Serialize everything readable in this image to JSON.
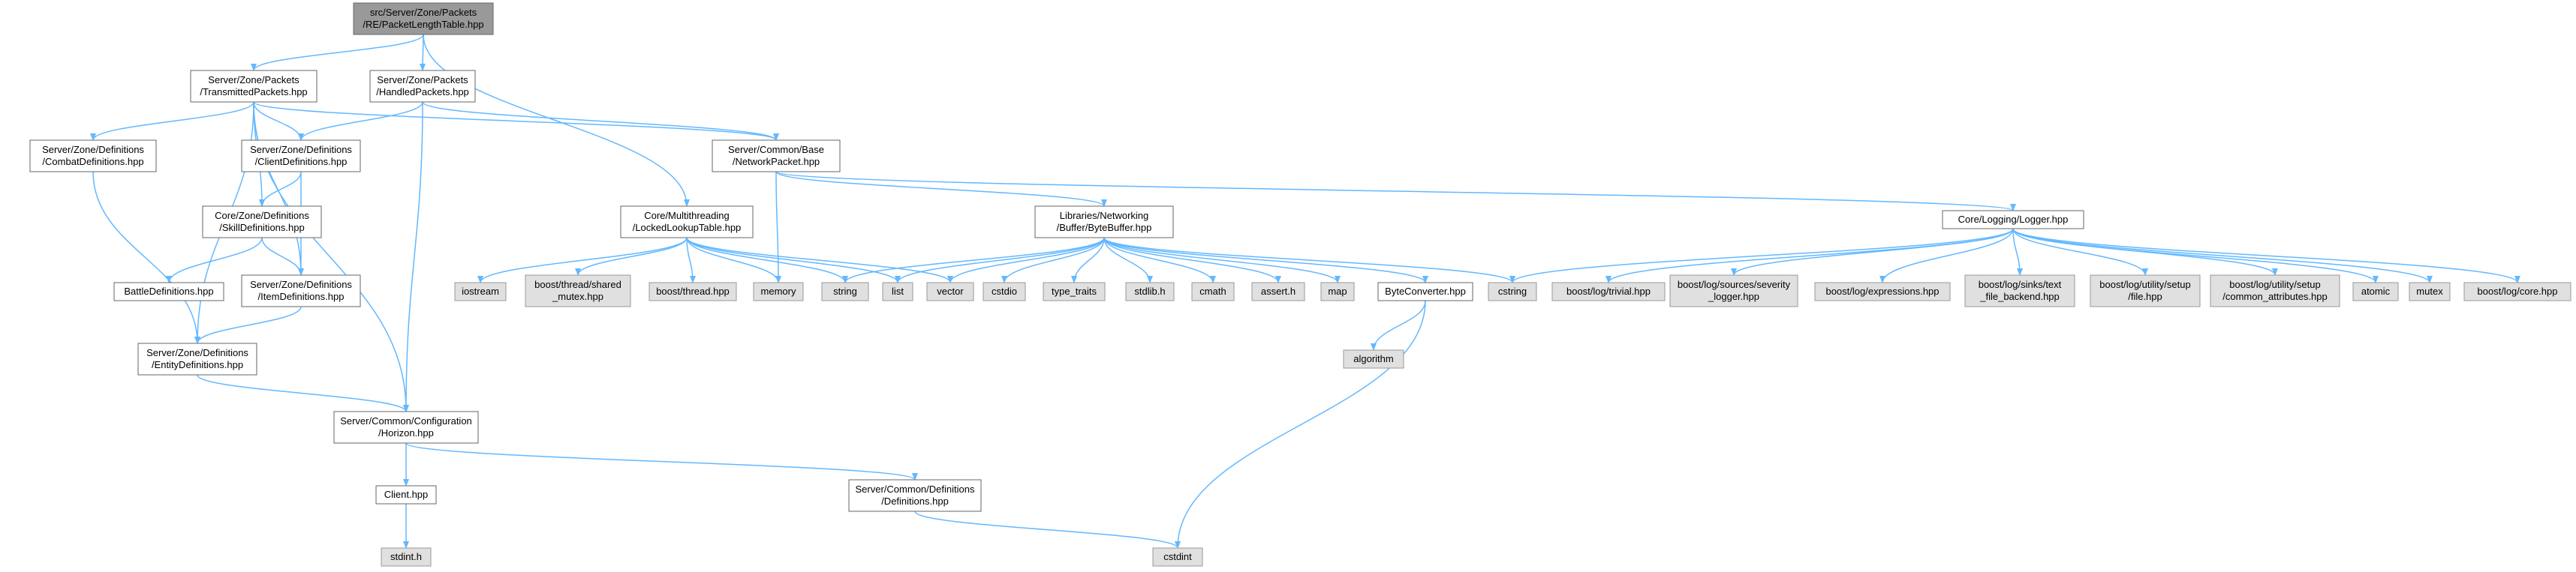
{
  "colors": {
    "edge": "#63b8ff",
    "root_fill": "#999999",
    "root_border": "#666666",
    "file_fill": "#ffffff",
    "file_border": "#666666",
    "system_fill": "#e0e0e0",
    "system_border": "#999999",
    "text": "#000000",
    "background": "#ffffff"
  },
  "nodes": [
    {
      "id": "root",
      "kind": "root",
      "lines": [
        "src/Server/Zone/Packets",
        "/RE/PacketLengthTable.hpp"
      ]
    },
    {
      "id": "transmitted",
      "kind": "file",
      "lines": [
        "Server/Zone/Packets",
        "/TransmittedPackets.hpp"
      ]
    },
    {
      "id": "handled",
      "kind": "file",
      "lines": [
        "Server/Zone/Packets",
        "/HandledPackets.hpp"
      ]
    },
    {
      "id": "combat",
      "kind": "file",
      "lines": [
        "Server/Zone/Definitions",
        "/CombatDefinitions.hpp"
      ]
    },
    {
      "id": "clientdefs",
      "kind": "file",
      "lines": [
        "Server/Zone/Definitions",
        "/ClientDefinitions.hpp"
      ]
    },
    {
      "id": "networkpacket",
      "kind": "file",
      "lines": [
        "Server/Common/Base",
        "/NetworkPacket.hpp"
      ]
    },
    {
      "id": "skilldefs",
      "kind": "file",
      "lines": [
        "Core/Zone/Definitions",
        "/SkillDefinitions.hpp"
      ]
    },
    {
      "id": "locked",
      "kind": "file",
      "lines": [
        "Core/Multithreading",
        "/LockedLookupTable.hpp"
      ]
    },
    {
      "id": "bytebuffer",
      "kind": "file",
      "lines": [
        "Libraries/Networking",
        "/Buffer/ByteBuffer.hpp"
      ]
    },
    {
      "id": "logger",
      "kind": "file",
      "lines": [
        "Core/Logging/Logger.hpp"
      ]
    },
    {
      "id": "battledefs",
      "kind": "file",
      "lines": [
        "BattleDefinitions.hpp"
      ]
    },
    {
      "id": "itemdefs",
      "kind": "file",
      "lines": [
        "Server/Zone/Definitions",
        "/ItemDefinitions.hpp"
      ]
    },
    {
      "id": "entitydefs",
      "kind": "file",
      "lines": [
        "Server/Zone/Definitions",
        "/EntityDefinitions.hpp"
      ]
    },
    {
      "id": "horizon",
      "kind": "file",
      "lines": [
        "Server/Common/Configuration",
        "/Horizon.hpp"
      ]
    },
    {
      "id": "clienthpp",
      "kind": "file",
      "lines": [
        "Client.hpp"
      ]
    },
    {
      "id": "commondefs",
      "kind": "file",
      "lines": [
        "Server/Common/Definitions",
        "/Definitions.hpp"
      ]
    },
    {
      "id": "byteconverter",
      "kind": "file",
      "lines": [
        "ByteConverter.hpp"
      ]
    },
    {
      "id": "iostream",
      "kind": "system",
      "lines": [
        "iostream"
      ]
    },
    {
      "id": "sharedmutex",
      "kind": "system",
      "lines": [
        "boost/thread/shared",
        "_mutex.hpp"
      ]
    },
    {
      "id": "threadhpp",
      "kind": "system",
      "lines": [
        "boost/thread.hpp"
      ]
    },
    {
      "id": "memory",
      "kind": "system",
      "lines": [
        "memory"
      ]
    },
    {
      "id": "string",
      "kind": "system",
      "lines": [
        "string"
      ]
    },
    {
      "id": "list",
      "kind": "system",
      "lines": [
        "list"
      ]
    },
    {
      "id": "vector",
      "kind": "system",
      "lines": [
        "vector"
      ]
    },
    {
      "id": "cstdio",
      "kind": "system",
      "lines": [
        "cstdio"
      ]
    },
    {
      "id": "typetraits",
      "kind": "system",
      "lines": [
        "type_traits"
      ]
    },
    {
      "id": "stdlib",
      "kind": "system",
      "lines": [
        "stdlib.h"
      ]
    },
    {
      "id": "cmath",
      "kind": "system",
      "lines": [
        "cmath"
      ]
    },
    {
      "id": "asserth",
      "kind": "system",
      "lines": [
        "assert.h"
      ]
    },
    {
      "id": "map",
      "kind": "system",
      "lines": [
        "map"
      ]
    },
    {
      "id": "cstring",
      "kind": "system",
      "lines": [
        "cstring"
      ]
    },
    {
      "id": "trivial",
      "kind": "system",
      "lines": [
        "boost/log/trivial.hpp"
      ]
    },
    {
      "id": "severity",
      "kind": "system",
      "lines": [
        "boost/log/sources/severity",
        "_logger.hpp"
      ]
    },
    {
      "id": "expressions",
      "kind": "system",
      "lines": [
        "boost/log/expressions.hpp"
      ]
    },
    {
      "id": "textfile",
      "kind": "system",
      "lines": [
        "boost/log/sinks/text",
        "_file_backend.hpp"
      ]
    },
    {
      "id": "setupfile",
      "kind": "system",
      "lines": [
        "boost/log/utility/setup",
        "/file.hpp"
      ]
    },
    {
      "id": "commonattr",
      "kind": "system",
      "lines": [
        "boost/log/utility/setup",
        "/common_attributes.hpp"
      ]
    },
    {
      "id": "atomic",
      "kind": "system",
      "lines": [
        "atomic"
      ]
    },
    {
      "id": "mutex",
      "kind": "system",
      "lines": [
        "mutex"
      ]
    },
    {
      "id": "core",
      "kind": "system",
      "lines": [
        "boost/log/core.hpp"
      ]
    },
    {
      "id": "algorithm",
      "kind": "system",
      "lines": [
        "algorithm"
      ]
    },
    {
      "id": "stdinth",
      "kind": "system",
      "lines": [
        "stdint.h"
      ]
    },
    {
      "id": "cstdint",
      "kind": "system",
      "lines": [
        "cstdint"
      ]
    }
  ],
  "edges": [
    [
      "root",
      "transmitted"
    ],
    [
      "root",
      "handled"
    ],
    [
      "root",
      "locked"
    ],
    [
      "transmitted",
      "combat"
    ],
    [
      "transmitted",
      "clientdefs"
    ],
    [
      "transmitted",
      "skilldefs"
    ],
    [
      "transmitted",
      "itemdefs"
    ],
    [
      "transmitted",
      "entitydefs"
    ],
    [
      "transmitted",
      "horizon"
    ],
    [
      "transmitted",
      "networkpacket"
    ],
    [
      "handled",
      "clientdefs"
    ],
    [
      "handled",
      "networkpacket"
    ],
    [
      "handled",
      "horizon"
    ],
    [
      "combat",
      "entitydefs"
    ],
    [
      "clientdefs",
      "skilldefs"
    ],
    [
      "clientdefs",
      "itemdefs"
    ],
    [
      "skilldefs",
      "battledefs"
    ],
    [
      "skilldefs",
      "itemdefs"
    ],
    [
      "itemdefs",
      "entitydefs"
    ],
    [
      "entitydefs",
      "horizon"
    ],
    [
      "networkpacket",
      "memory"
    ],
    [
      "networkpacket",
      "bytebuffer"
    ],
    [
      "networkpacket",
      "logger"
    ],
    [
      "locked",
      "iostream"
    ],
    [
      "locked",
      "sharedmutex"
    ],
    [
      "locked",
      "threadhpp"
    ],
    [
      "locked",
      "memory"
    ],
    [
      "locked",
      "string"
    ],
    [
      "locked",
      "list"
    ],
    [
      "locked",
      "vector"
    ],
    [
      "bytebuffer",
      "string"
    ],
    [
      "bytebuffer",
      "list"
    ],
    [
      "bytebuffer",
      "vector"
    ],
    [
      "bytebuffer",
      "cstdio"
    ],
    [
      "bytebuffer",
      "typetraits"
    ],
    [
      "bytebuffer",
      "stdlib"
    ],
    [
      "bytebuffer",
      "cmath"
    ],
    [
      "bytebuffer",
      "asserth"
    ],
    [
      "bytebuffer",
      "map"
    ],
    [
      "bytebuffer",
      "byteconverter"
    ],
    [
      "bytebuffer",
      "cstring"
    ],
    [
      "byteconverter",
      "algorithm"
    ],
    [
      "byteconverter",
      "cstdint"
    ],
    [
      "logger",
      "cstring"
    ],
    [
      "logger",
      "trivial"
    ],
    [
      "logger",
      "severity"
    ],
    [
      "logger",
      "expressions"
    ],
    [
      "logger",
      "textfile"
    ],
    [
      "logger",
      "setupfile"
    ],
    [
      "logger",
      "commonattr"
    ],
    [
      "logger",
      "atomic"
    ],
    [
      "logger",
      "mutex"
    ],
    [
      "logger",
      "core"
    ],
    [
      "horizon",
      "clienthpp"
    ],
    [
      "horizon",
      "commondefs"
    ],
    [
      "clienthpp",
      "stdinth"
    ],
    [
      "commondefs",
      "cstdint"
    ]
  ]
}
